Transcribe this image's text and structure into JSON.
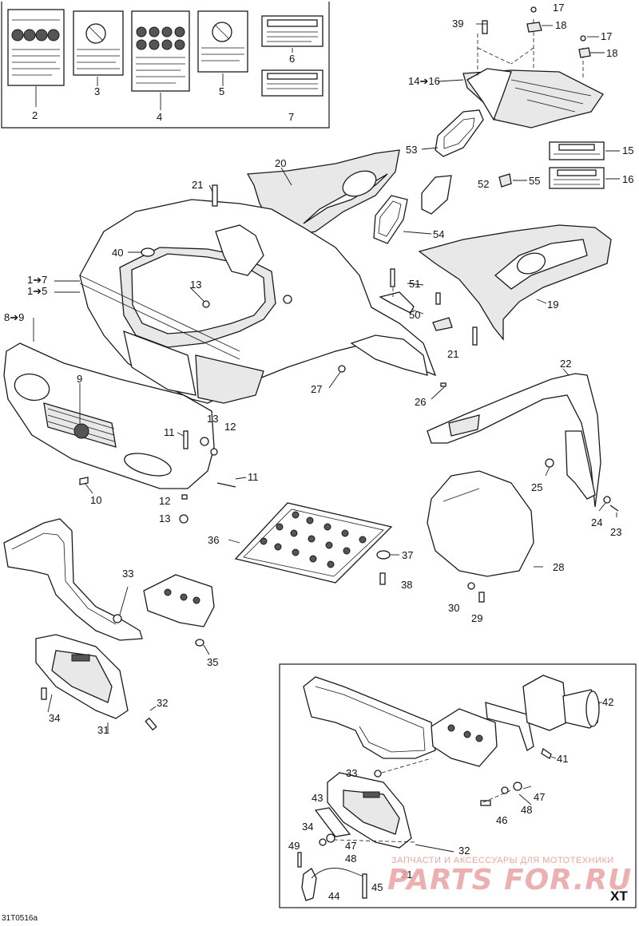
{
  "diagram_code": "31T0516a",
  "inset_label": "XT",
  "watermark": {
    "tagline": "ЗАПЧАСТИ И АКСЕССУАРЫ ДЛЯ МОТОТЕХНИКИ",
    "site": "PARTS FOR.RU"
  },
  "callouts": {
    "c1_7": "1➔7",
    "c1_5": "1➔5",
    "c8_9": "8➔9",
    "c14_16": "14➔16",
    "c2": "2",
    "c3": "3",
    "c4": "4",
    "c5": "5",
    "c6": "6",
    "c7": "7",
    "c9": "9",
    "c10": "10",
    "c11a": "11",
    "c11b": "11",
    "c12a": "12",
    "c12b": "12",
    "c13a": "13",
    "c13b": "13",
    "c13c": "13",
    "c15": "15",
    "c16": "16",
    "c17a": "17",
    "c17b": "17",
    "c18a": "18",
    "c18b": "18",
    "c19": "19",
    "c20": "20",
    "c21a": "21",
    "c21b": "21",
    "c22": "22",
    "c23": "23",
    "c24": "24",
    "c25": "25",
    "c26": "26",
    "c27": "27",
    "c28": "28",
    "c29": "29",
    "c30": "30",
    "c31a": "31",
    "c31b": "31",
    "c32a": "32",
    "c32b": "32",
    "c33a": "33",
    "c33b": "33",
    "c34a": "34",
    "c34b": "34",
    "c35": "35",
    "c36": "36",
    "c37": "37",
    "c38": "38",
    "c39": "39",
    "c40": "40",
    "c41": "41",
    "c42": "42",
    "c43": "43",
    "c44": "44",
    "c45": "45",
    "c46": "46",
    "c47a": "47",
    "c47b": "47",
    "c48a": "48",
    "c48b": "48",
    "c49": "49",
    "c50": "50",
    "c51": "51",
    "c52": "52",
    "c53": "53",
    "c54": "54",
    "c55": "55"
  }
}
